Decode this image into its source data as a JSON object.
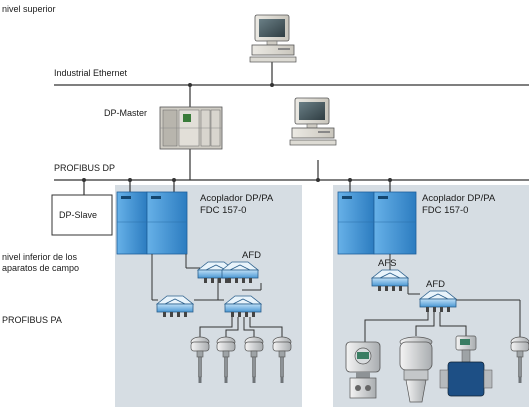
{
  "labels": {
    "nivel_superior": "nivel superior",
    "industrial_ethernet": "Industrial Ethernet",
    "dp_master": "DP-Master",
    "profibus_dp": "PROFIBUS DP",
    "dp_slave": "DP-Slave",
    "nivel_inferior_line1": "nivel inferior de los",
    "nivel_inferior_line2": "aparatos de campo",
    "profibus_pa": "PROFIBUS PA",
    "coupler_left_line1": "Acoplador DP/PA",
    "coupler_left_line2": "FDC 157-0",
    "coupler_right_line1": "Acoplador DP/PA",
    "coupler_right_line2": "FDC 157-0",
    "afd_left": "AFD",
    "afs_right": "AFS",
    "afd_right": "AFD"
  },
  "colors": {
    "bus_line": "#333333",
    "panel_bg": "#d6dde3",
    "coupler_blue": "#3f8fd0",
    "coupler_dark": "#1d5f9b",
    "hub_blue": "#5aa7e0"
  },
  "icons": [
    "computer-icon",
    "plc-icon",
    "coupler-module-icon",
    "afd-hub-icon",
    "field-device-icon"
  ]
}
